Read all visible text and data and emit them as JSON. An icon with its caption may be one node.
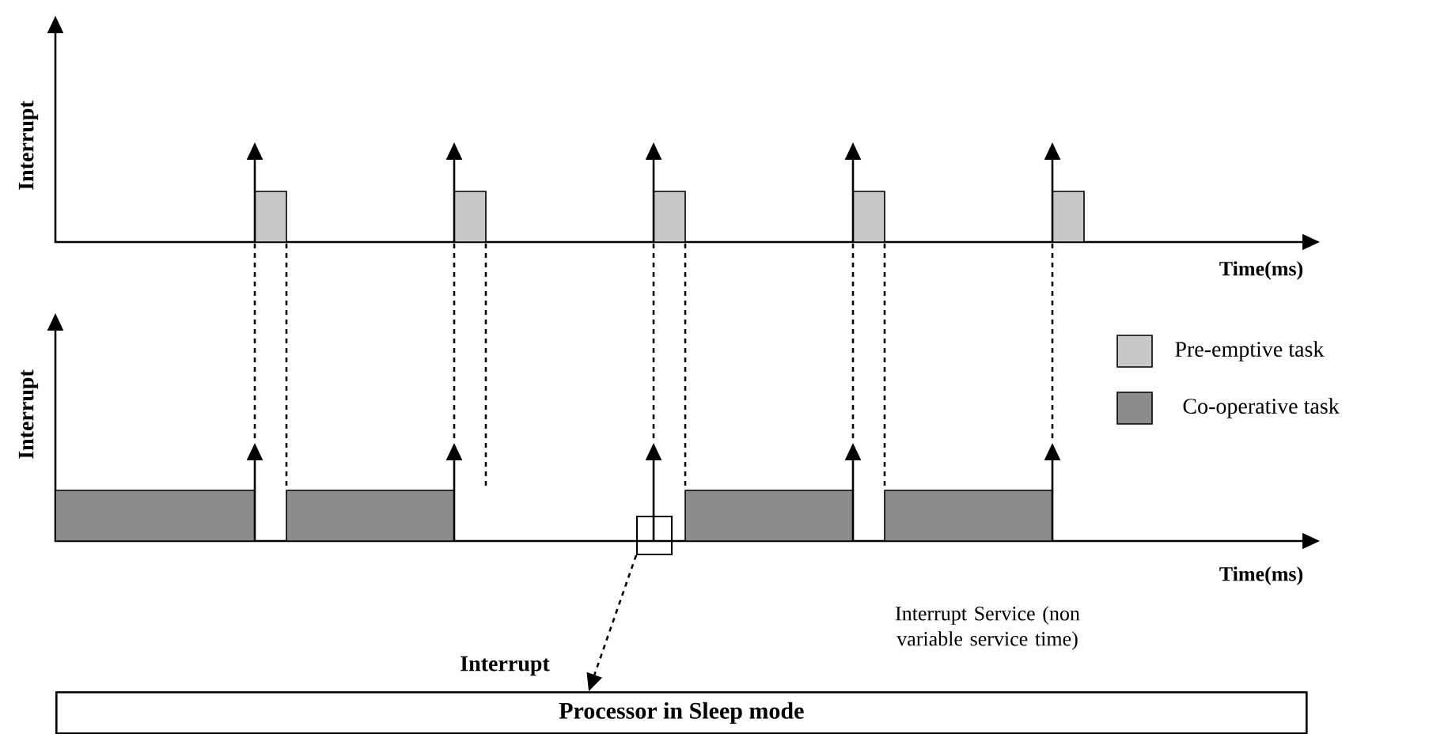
{
  "diagram": {
    "nodes": [
      {
        "text": [],
        "shape": "box"
      },
      {
        "text": [
          "Processor in Sleep mode"
        ]
      }
    ],
    "edges": [
      {
        "from": 0,
        "to": 1,
        "arrow": "to",
        "style": "dashed",
        "label": "Interrupt"
      }
    ],
    "labels": [
      "Interrupt",
      "Time(ms)",
      "Interrupt",
      "Time(ms)",
      "Interrupt Service (non variable service time)"
    ],
    "legend": [
      {
        "text": "Pre-emptive task",
        "color": "#c8c8c8"
      },
      {
        "text": "Co-operative task",
        "color": "#8c8c8c"
      }
    ]
  }
}
